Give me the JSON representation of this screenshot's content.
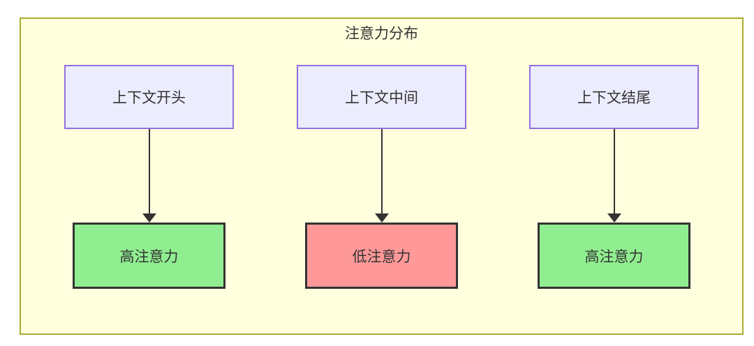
{
  "diagram": {
    "title": "注意力分布",
    "colors": {
      "container_bg": "#ffffde",
      "container_border": "#aaaa33",
      "node_bg": "#ececff",
      "node_border": "#9370db",
      "high_bg": "#90ee90",
      "low_bg": "#ff9999",
      "result_border": "#333333",
      "edge": "#333333",
      "text": "#333333"
    },
    "columns": [
      {
        "source": "上下文开头",
        "target": "高注意力",
        "level": "high"
      },
      {
        "source": "上下文中间",
        "target": "低注意力",
        "level": "low"
      },
      {
        "source": "上下文结尾",
        "target": "高注意力",
        "level": "high"
      }
    ]
  }
}
